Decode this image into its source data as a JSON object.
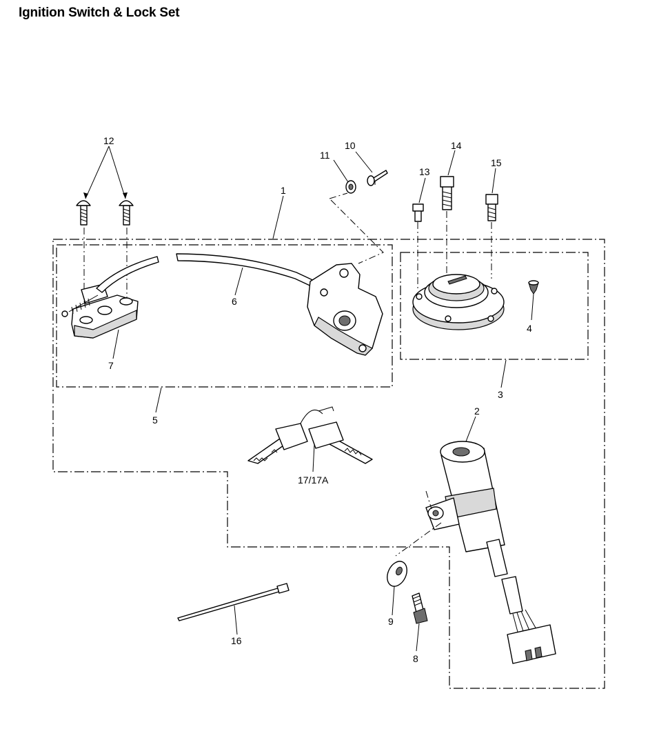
{
  "title": "Ignition Switch & Lock Set",
  "callouts": {
    "c1": "1",
    "c2": "2",
    "c3": "3",
    "c4": "4",
    "c5": "5",
    "c6": "6",
    "c7": "7",
    "c8": "8",
    "c9": "9",
    "c10": "10",
    "c11": "11",
    "c12": "12",
    "c13": "13",
    "c14": "14",
    "c15": "15",
    "c16": "16",
    "c17": "17/17A"
  }
}
